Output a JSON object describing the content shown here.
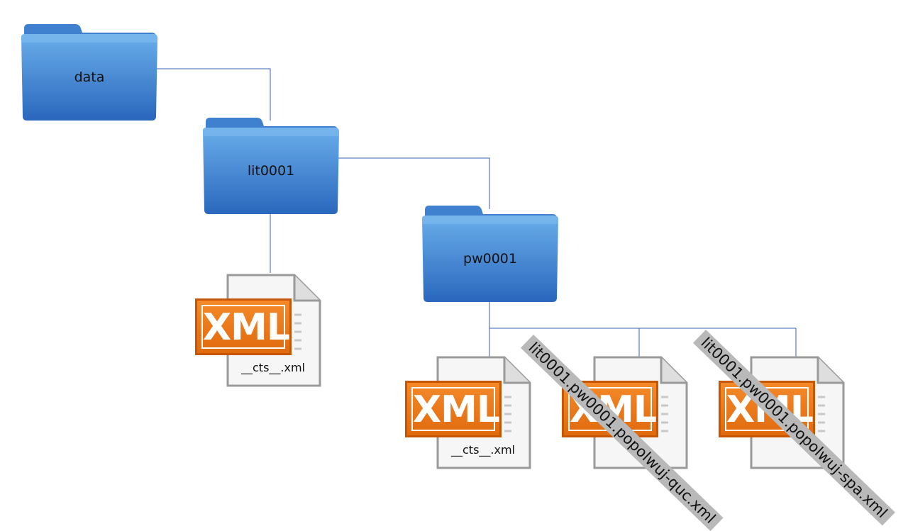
{
  "folders": {
    "data": {
      "label": "data"
    },
    "lit0001": {
      "label": "lit0001"
    },
    "pw0001": {
      "label": "pw0001"
    }
  },
  "files": {
    "cts_root": {
      "badge": "XML",
      "caption": "__cts__.xml"
    },
    "cts_pw": {
      "badge": "XML",
      "caption": "__cts__.xml"
    },
    "quc": {
      "badge": "XML",
      "caption": "lit0001.pw0001.popolwuj-quc.xml"
    },
    "spa": {
      "badge": "XML",
      "caption": "lit0001.pw0001.popolwuj-spa.xml"
    }
  },
  "colors": {
    "connector": "#3a5fb0",
    "folder_top": "#5b9ee0",
    "folder_bottom": "#2a6bbf",
    "xml_badge": "#f07c1e",
    "label_strip": "#b9b9b9"
  },
  "icons": [
    "folder-icon",
    "xml-file-icon"
  ]
}
